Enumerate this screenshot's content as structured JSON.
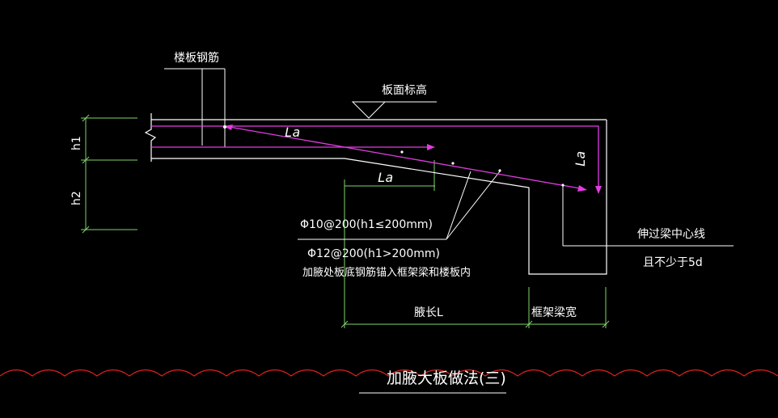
{
  "diagram": {
    "title": "加腋大板做法(三)",
    "labels": {
      "slab_rebar": "楼板钢筋",
      "slab_elevation": "板面标高",
      "h1": "h1",
      "h2": "h2",
      "la_top": "La",
      "la_bottom": "La",
      "la_vertical": "La",
      "rebar_spec_1": "Φ10@200(h1≤200mm)",
      "rebar_spec_2": "Φ12@200(h1>200mm)",
      "anchor_note": "加腋处板底钢筋锚入框架梁和楼板内",
      "beyond_centerline": "伸过梁中心线",
      "min_5d": "且不少于5d",
      "haunch_length": "腋长L",
      "frame_beam_width": "框架梁宽"
    },
    "colors": {
      "background": "#000000",
      "outline": "#ffffff",
      "dimension": "#7fd46a",
      "rebar": "#e23ce2",
      "cloud": "#e02020"
    }
  }
}
